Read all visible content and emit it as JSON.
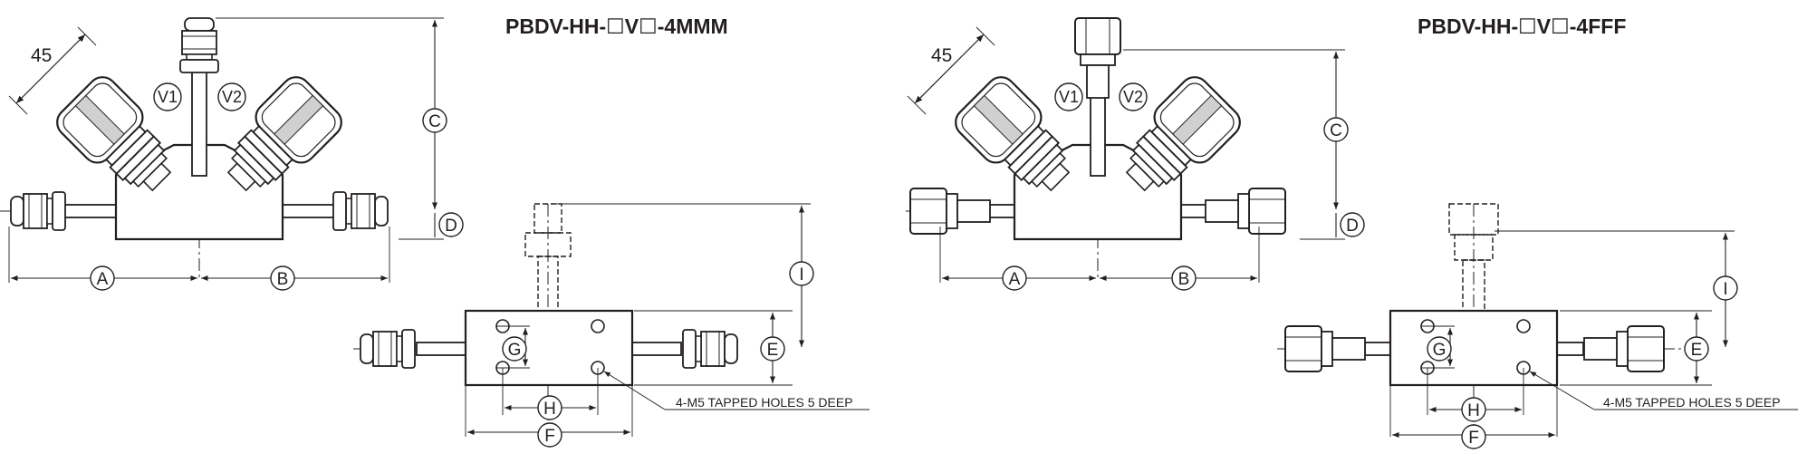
{
  "drawings": [
    {
      "id": "mmm",
      "title": {
        "prefix": "PBDV-HH-",
        "mid": "V",
        "suffix": "-4MMM"
      },
      "angle_dim": "45",
      "valve_labels": [
        "V1",
        "V2"
      ],
      "top_view_dims": [
        "A",
        "B",
        "C",
        "D"
      ],
      "side_view_dims": [
        "E",
        "F",
        "G",
        "H",
        "I"
      ],
      "note": "4-M5 TAPPED HOLES 5 DEEP"
    },
    {
      "id": "fff",
      "title": {
        "prefix": "PBDV-HH-",
        "mid": "V",
        "suffix": "-4FFF"
      },
      "angle_dim": "45",
      "valve_labels": [
        "V1",
        "V2"
      ],
      "top_view_dims": [
        "A",
        "B",
        "C",
        "D"
      ],
      "side_view_dims": [
        "E",
        "F",
        "G",
        "H",
        "I"
      ],
      "note": "4-M5 TAPPED HOLES 5 DEEP"
    }
  ]
}
